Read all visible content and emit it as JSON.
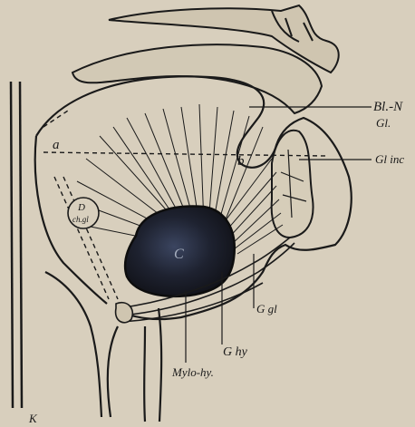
{
  "figure": {
    "labels": {
      "bl_n": "Bl.-N",
      "gl": "Gl.",
      "gl_inc": "Gl inc",
      "a": "a",
      "b": "b",
      "d_ch_gl": "D",
      "d_ch_gl_sub": "ch.gl",
      "c": "C",
      "g_gl": "G gl",
      "g_hy": "G hy",
      "mylo_hy": "Mylo-hy.",
      "k": "K"
    },
    "colors": {
      "paper": "#d8cfbd",
      "ink": "#1a1a1a",
      "dark_mass": "#1c1f2a"
    }
  }
}
